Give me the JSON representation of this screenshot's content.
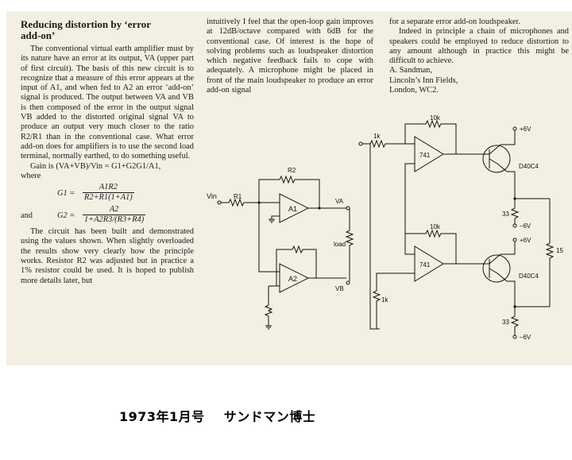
{
  "article": {
    "title_line1": "Reducing distortion by ‘error",
    "title_line2": "add-on’",
    "col1_p1": "The conventional virtual earth amplifier must by its nature have an error at its output, VA (upper part of first circuit). The basis of this new circuit is to recognize that a measure of this error appears at the input of A1, and when fed to A2 an error ‘add-on’ signal is produced. The output between VA and VB is then composed of the error in the output signal VB added to the distorted original signal VA to produce an output very much closer to the ratio R2/R1 than in the conventional case. What error add-on does for amplifiers is to use the second load terminal, normally earthed, to do something useful.",
    "gain_line": "Gain is (VA+VB)/Vin = G1+G2G1/A1,",
    "where": "where",
    "g1_lhs": "G1 =",
    "g1_num": "A1R2",
    "g1_den": "R2+R1(1+A1)",
    "and_word": "and",
    "g2_lhs": "G2 =",
    "g2_num": "A2",
    "g2_den": "1+A2R3/(R3+R4)",
    "col1_p2": "The circuit has been built and demonstrated using the values shown. When slightly overloaded the results show very clearly how the principle works. Resistor R2 was adjusted but in practice a 1% resistor could be used. It is hoped to publish more details later, but",
    "col2_p1": "intuitively I feel that the open-loop gain improves at 12dB/octave compared with 6dB for the conventional case. Of interest is the hope of solving problems such as loudspeaker distortion which negative feedback fails to cope with adequately. A microphone might be placed in front of the main loudspeaker to produce an error add-on signal",
    "col3_p1": "for a separate error add-on loudspeaker.",
    "col3_p2": "Indeed in principle a chain of microphones and speakers could be employed to reduce distortion to any amount although in practice this might be difficult to achieve.",
    "sign_name": "A. Sandman,",
    "sign_addr1": "Lincoln’s Inn Fields,",
    "sign_addr2": "London, WC2."
  },
  "circuit1": {
    "vin": "Vin",
    "r1": "R1",
    "r2": "R2",
    "a1": "A1",
    "a2": "A2",
    "va": "VA",
    "vb": "VB",
    "load": "load"
  },
  "circuit2": {
    "r_in": "1k",
    "r_fb_top": "10k",
    "r_fb_bottom": "10k",
    "opamp_top": "741",
    "opamp_bottom": "741",
    "v_pos_top": "+6V",
    "v_neg_top": "–6V",
    "v_pos_bottom": "+6V",
    "v_neg_bottom": "–6V",
    "transistor_top": "D40C4",
    "transistor_bottom": "D40C4",
    "r_emit_top": "33",
    "r_emit_bottom": "33",
    "r_load": "15",
    "r_gnd": "1k"
  },
  "caption": {
    "date": "1973年1月号",
    "author": "サンドマン博士"
  }
}
